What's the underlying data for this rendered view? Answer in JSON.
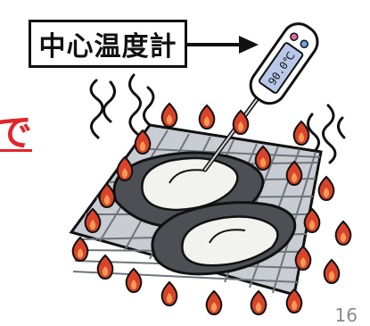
{
  "label": {
    "text": "中心温度計"
  },
  "side_text": "で",
  "thermometer": {
    "display": "90.0℃"
  },
  "page_number": "16",
  "colors": {
    "flame_outer": "#d9432a",
    "flame_inner": "#f29b54",
    "side_text": "#e0262a",
    "grill": "#8b8e96",
    "grill_fill": "#c9ccd2",
    "display": "#b8c8e8"
  },
  "icons": [
    "thermometer-icon",
    "flame-icon",
    "steam-icon",
    "arrow-icon"
  ]
}
